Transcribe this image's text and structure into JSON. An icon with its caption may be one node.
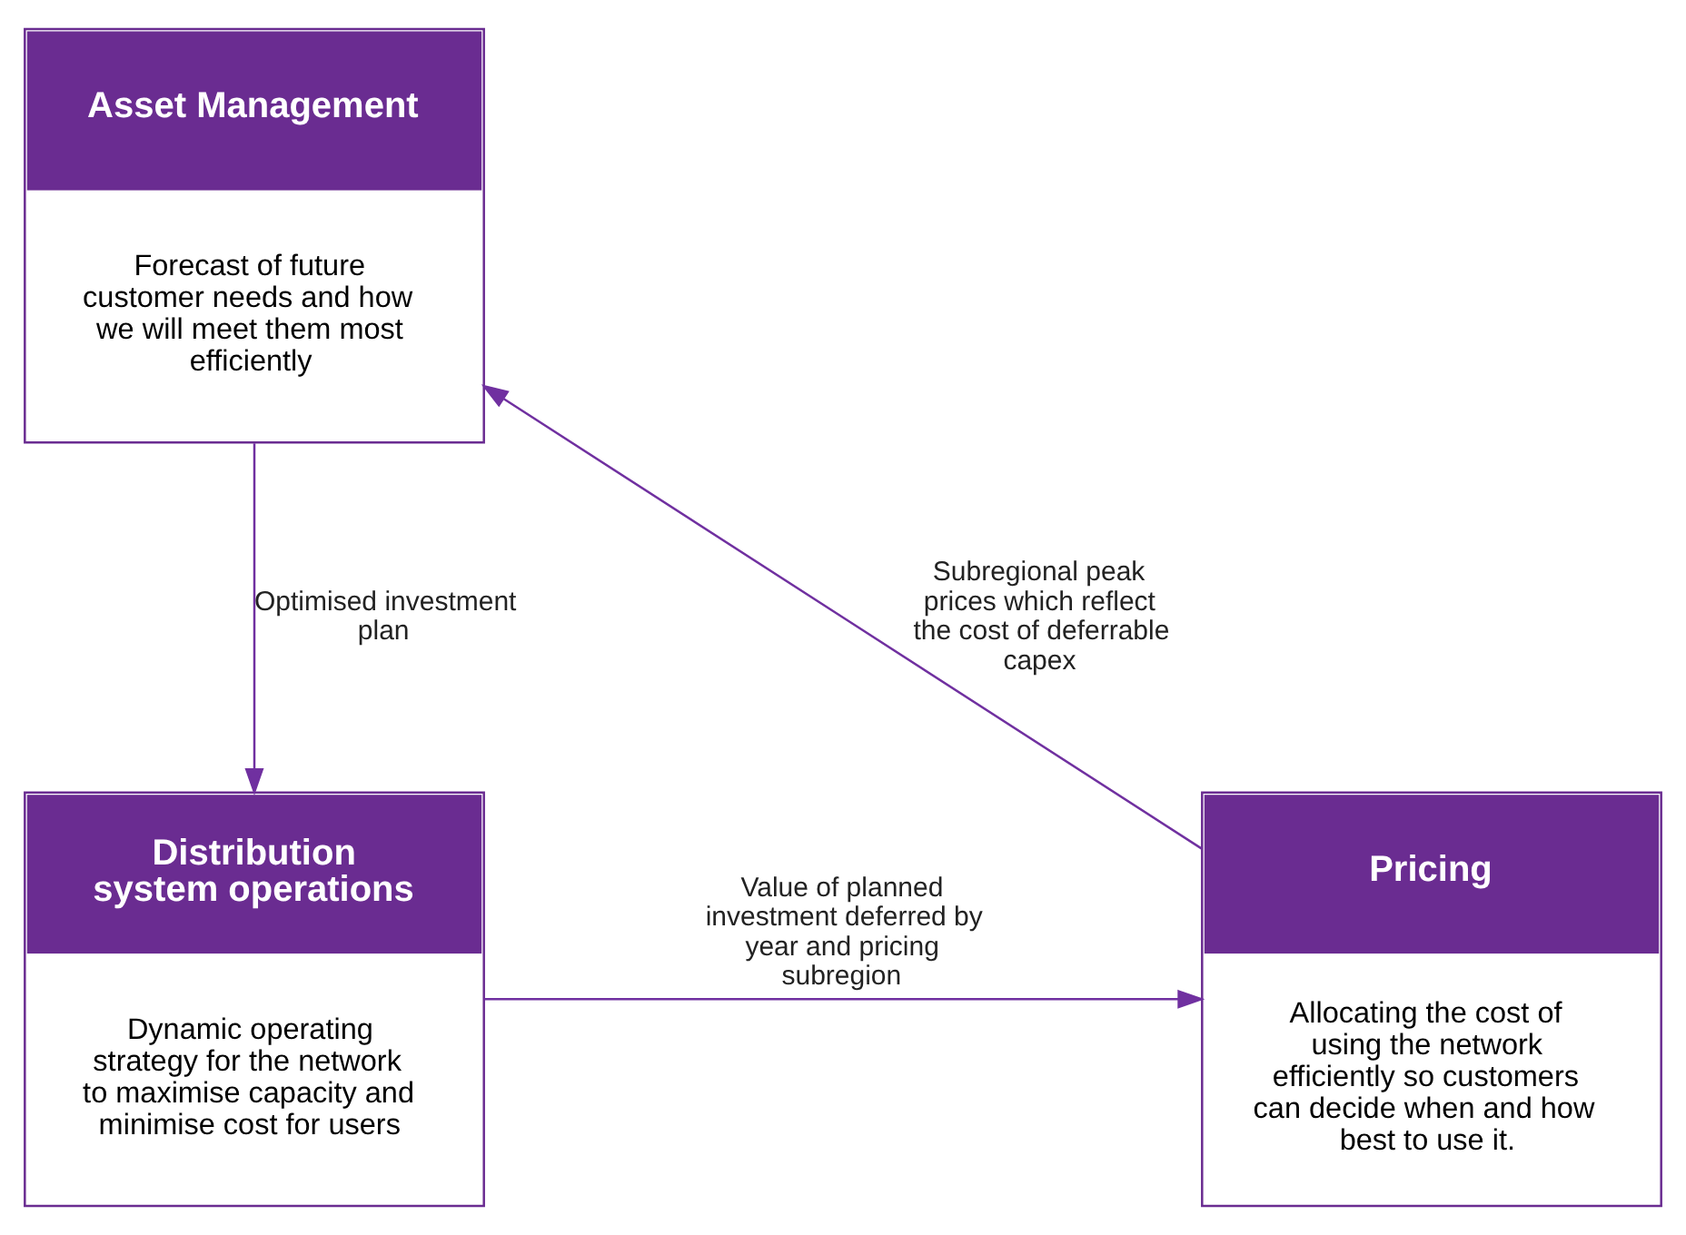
{
  "diagram": {
    "nodes": [
      {
        "text": [
          "Asset Management",
          "Forecast of future customer needs and how we will meet them most efficiently"
        ]
      },
      {
        "text": [
          "Distribution system operations",
          "Dynamic operating strategy for the network to maximise capacity and minimise cost for users"
        ]
      },
      {
        "text": [
          "Pricing",
          "Allocating the cost of using the network efficiently so customers can decide when and how best to use it."
        ]
      }
    ],
    "edges": [
      {
        "from": 0,
        "to": 1,
        "arrow": "to",
        "label": "Optimised investment plan"
      },
      {
        "from": 1,
        "to": 2,
        "arrow": "to",
        "label": "Value of planned investment deferred by year and pricing subregion"
      },
      {
        "from": 2,
        "to": 0,
        "arrow": "to",
        "label": "Subregional peak prices which reflect the cost of deferrable capex"
      }
    ]
  }
}
